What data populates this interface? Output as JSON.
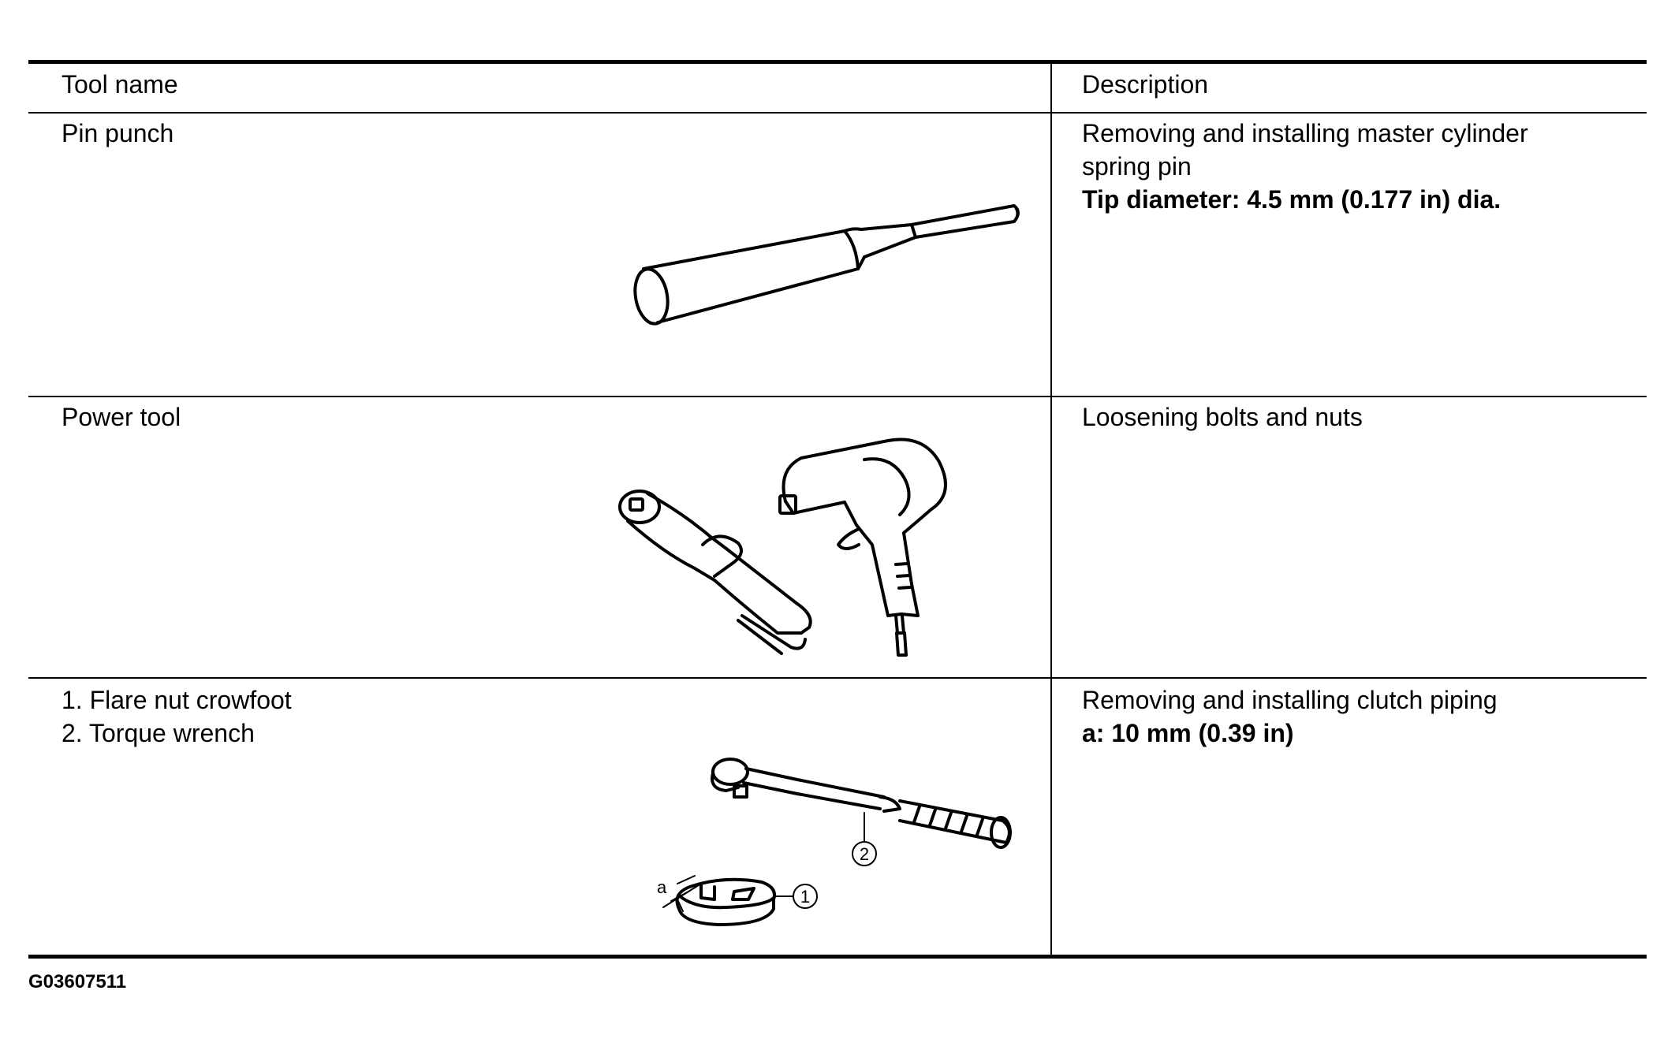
{
  "table": {
    "header": {
      "tool_name": "Tool name",
      "description": "Description"
    },
    "rows": [
      {
        "name_lines": [
          "Pin punch"
        ],
        "description_lines": [
          "Removing and installing master cylinder",
          "spring pin"
        ],
        "spec": "Tip diameter: 4.5 mm (0.177 in) dia.",
        "illustration": "pin-punch-illustration"
      },
      {
        "name_lines": [
          "Power tool"
        ],
        "description_lines": [
          "Loosening bolts and nuts"
        ],
        "spec": "",
        "illustration": "power-tool-illustration"
      },
      {
        "name_lines": [
          "1. Flare nut crowfoot",
          "2. Torque wrench"
        ],
        "description_lines": [
          "Removing and installing clutch piping"
        ],
        "spec": "a: 10 mm (0.39 in)",
        "illustration": "crowfoot-torque-wrench-illustration",
        "callouts": {
          "dimension": "a",
          "item1": "1",
          "item2": "2"
        }
      }
    ]
  },
  "footer": {
    "code": "G03607511"
  }
}
